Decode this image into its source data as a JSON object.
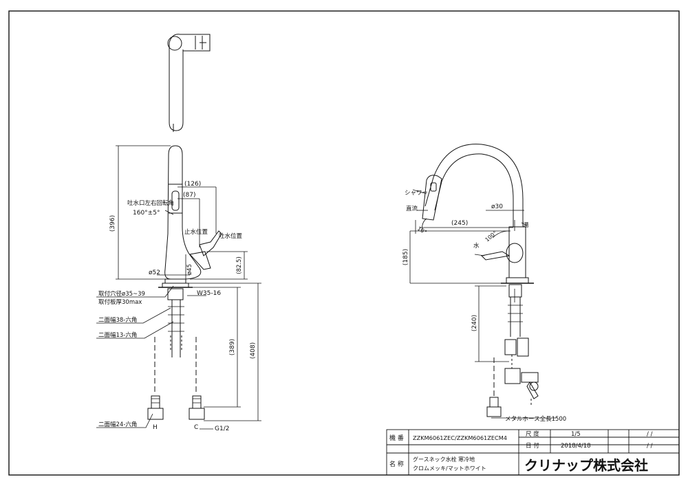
{
  "front_view": {
    "swivel_label": "吐水口左右回転角",
    "swivel_value": "160°±5°",
    "height_396": "(396)",
    "width_126": "(126)",
    "width_87": "(87)",
    "stop_position": "止水位置",
    "flow_position": "吐水位置",
    "dia_45": "ø45",
    "dim_82_5": "(82.5)",
    "dia_52": "ø52",
    "hole_dia": "取付穴径ø35~39",
    "panel_thickness": "取付板厚30max",
    "thread_w35": "W35-16",
    "hex_38": "二面幅38-六角",
    "hex_13": "二面幅13-六角",
    "dim_389": "(389)",
    "dim_408": "(408)",
    "hex_24": "二面幅24-六角",
    "label_h": "H",
    "label_c": "C",
    "thread_g": "G1/2"
  },
  "side_view": {
    "shower": "シャワー",
    "straight": "直流",
    "dia_30": "ø30",
    "dim_245": "(245)",
    "hot": "湯",
    "angle_10": "10°",
    "angle_100": "100°",
    "cold": "水",
    "dim_185": "(185)",
    "dim_240": "(240)",
    "hose_length": "メタルホース全長1500"
  },
  "title_block": {
    "model_label": "機 番",
    "model_value": "ZZKM6061ZEC/ZZKM6061ZECM4",
    "scale_label": "尺 度",
    "scale_value": "1/5",
    "date_label": "日 付",
    "date_value": "2018/4/18",
    "slash_1": "/ /",
    "slash_2": "/ /",
    "name_label": "名 称",
    "name_line1": "グースネック水栓 寒冷地",
    "name_line2": "クロムメッキ/マットホワイト",
    "company": "クリナップ株式会社"
  }
}
